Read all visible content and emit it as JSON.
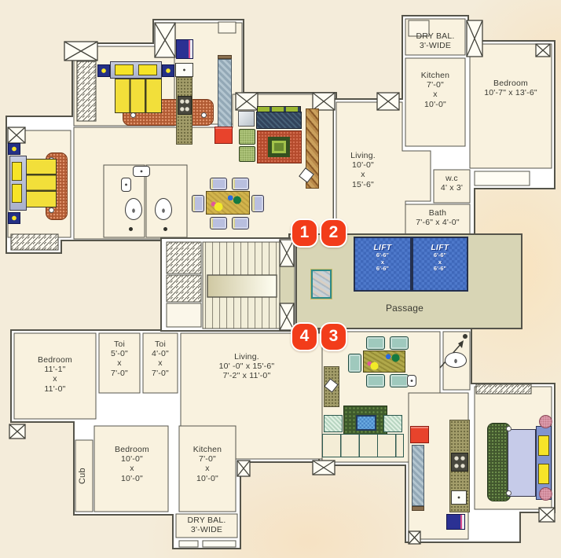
{
  "badges": {
    "b1": "1",
    "b2": "2",
    "b3": "3",
    "b4": "4"
  },
  "common": {
    "passage_label": "Passage",
    "lift": {
      "title": "LIFT",
      "d1": "6'-6\"",
      "d2": "x",
      "d3": "6'-6\""
    }
  },
  "flat_top_right": {
    "dry_bal": {
      "l1": "DRY BAL.",
      "l2": "3'-WIDE"
    },
    "kitchen": {
      "l1": "Kitchen",
      "l2": "7'-0\"",
      "l3": "x",
      "l4": "10'-0\""
    },
    "bedroom": {
      "l1": "Bedroom",
      "l2": "10'-7\" x 13'-6\""
    },
    "living": {
      "l1": "Living.",
      "l2": "10'-0\"",
      "l3": "x",
      "l4": "15'-6\""
    },
    "wc": {
      "l1": "w.c",
      "l2": "4' x 3'"
    },
    "bath": {
      "l1": "Bath",
      "l2": "7'-6\" x 4'-0\""
    }
  },
  "flat_bottom_left": {
    "bedroom1": {
      "l1": "Bedroom",
      "l2": "11'-1\"",
      "l3": "x",
      "l4": "11'-0\""
    },
    "toi1": {
      "l1": "Toi",
      "l2": "5'-0\"",
      "l3": "x",
      "l4": "7'-0\""
    },
    "toi2": {
      "l1": "Toi",
      "l2": "4'-0\"",
      "l3": "x",
      "l4": "7'-0\""
    },
    "living": {
      "l1": "Living.",
      "l2": "10' -0\" x 15'-6\"",
      "l3": "7'-2\" x 11'-0\""
    },
    "bedroom2": {
      "l1": "Bedroom",
      "l2": "10'-0\"",
      "l3": "x",
      "l4": "10'-0\""
    },
    "kitchen": {
      "l1": "Kitchen",
      "l2": "7'-0\"",
      "l3": "x",
      "l4": "10'-0\""
    },
    "cub": "Cub",
    "dry_bal": {
      "l1": "DRY BAL.",
      "l2": "3'-WIDE"
    }
  },
  "colors": {
    "background": "#f4ecda",
    "wall_outline": "#55544a",
    "room_fill": "#f9f2df",
    "passage_fill": "#d8d5b5",
    "lift_blue": "#4a76c8",
    "badge_red": "#f23c1a",
    "bed_yellow": "#f2df3a",
    "rug_brown": "#b05a32",
    "rug_red": "#b44a2c",
    "sofa_navy": "#32445c",
    "cushion_green": "#9cb832",
    "counter_olive": "#a39d6a",
    "counter_gray": "#9fb0bd",
    "fridge_red": "#e8432c",
    "washer_navy": "#2b3193",
    "chair_lavender": "#b9bfdf",
    "chair_teal": "#9fc9bd",
    "rug_green": "#42582e",
    "bed_lavender": "#c6cbe9",
    "headboard_blue": "#8194ce"
  }
}
